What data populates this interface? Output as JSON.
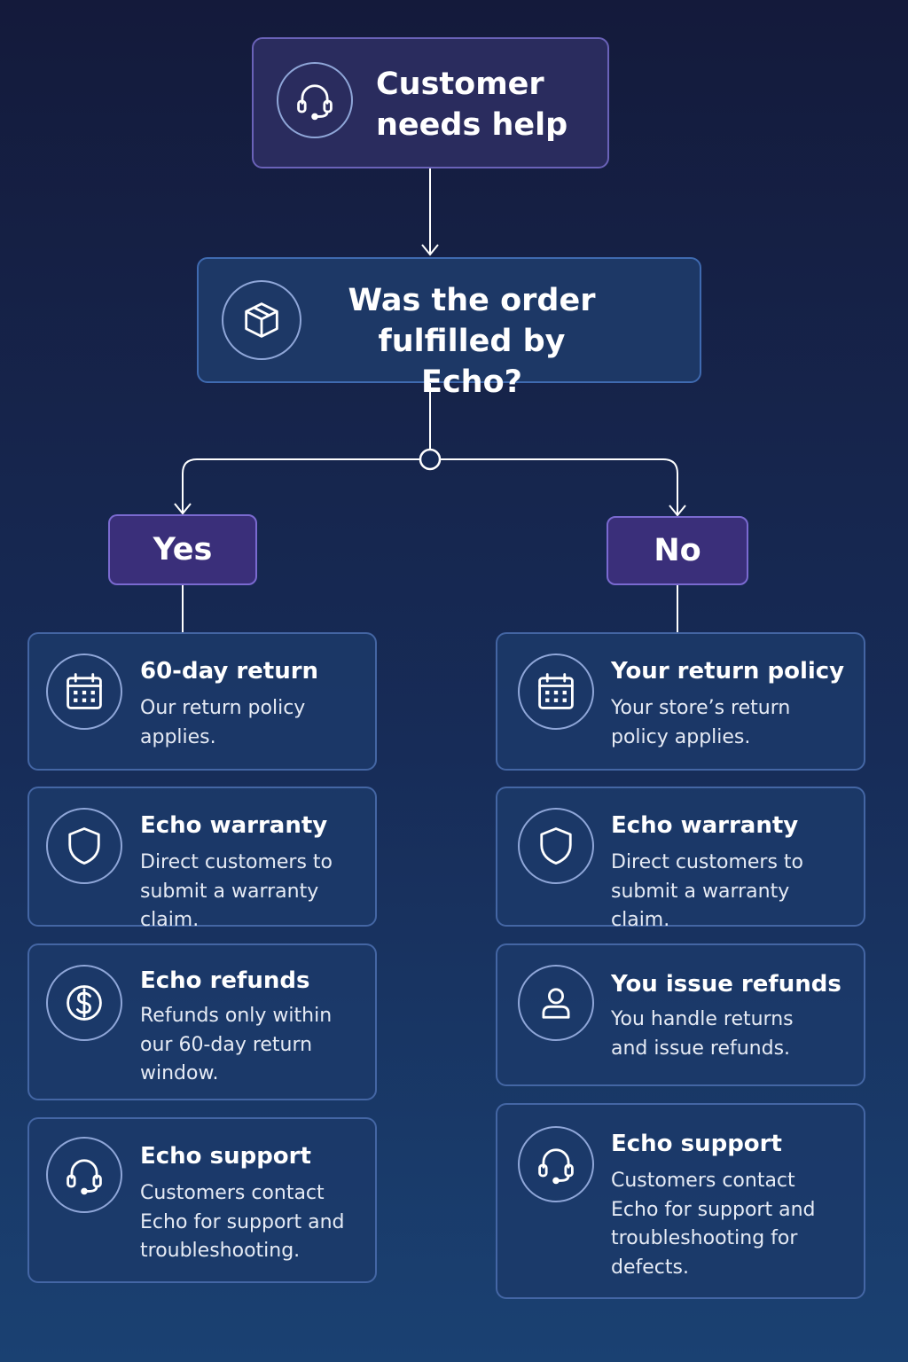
{
  "start": {
    "icon": "headset-icon",
    "title": "Customer needs help"
  },
  "question": {
    "icon": "box-icon",
    "title": "Was the order fulfilled by Echo?"
  },
  "branches": {
    "yes": "Yes",
    "no": "No"
  },
  "yes_cards": [
    {
      "icon": "calendar-icon",
      "title": "60-day return",
      "desc": "Our return policy applies."
    },
    {
      "icon": "shield-icon",
      "title": "Echo warranty",
      "desc": "Direct customers to submit a warranty claim."
    },
    {
      "icon": "dollar-icon",
      "title": "Echo refunds",
      "desc": "Refunds only within our 60-day return window."
    },
    {
      "icon": "headset-icon",
      "title": "Echo support",
      "desc": "Customers contact Echo for support and troubleshooting."
    }
  ],
  "no_cards": [
    {
      "icon": "calendar-icon",
      "title": "Your return policy",
      "desc": "Your store’s return policy applies."
    },
    {
      "icon": "shield-icon",
      "title": "Echo warranty",
      "desc": "Direct customers to submit a warranty claim."
    },
    {
      "icon": "person-icon",
      "title": "You issue refunds",
      "desc": "You handle returns and issue refunds."
    },
    {
      "icon": "headset-icon",
      "title": "Echo support",
      "desc": "Customers contact Echo for support and troubleshooting for defects."
    }
  ],
  "colors": {
    "line": "#ffffff",
    "icon_stroke": "#ffffff",
    "ring": "#8fa6d8",
    "branch_bg": "#3a2f7a"
  }
}
